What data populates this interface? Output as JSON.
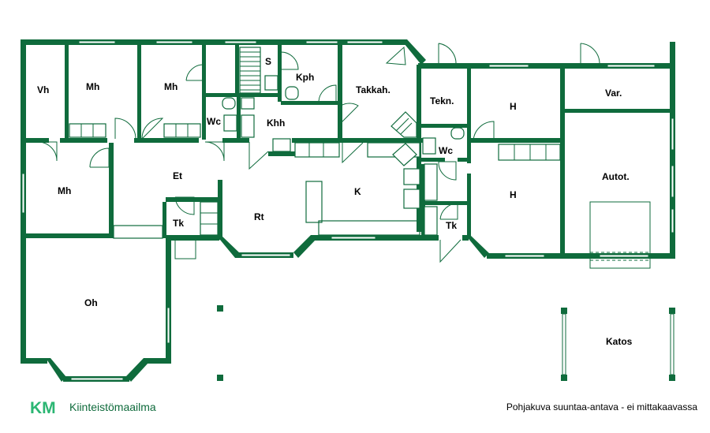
{
  "rooms": {
    "vh": "Vh",
    "mh1": "Mh",
    "mh2": "Mh",
    "s": "S",
    "kph": "Kph",
    "takkah": "Takkah.",
    "tekn": "Tekn.",
    "h1": "H",
    "var": "Var.",
    "wc1": "Wc",
    "khh": "Khh",
    "wc2": "Wc",
    "et": "Et",
    "mh3": "Mh",
    "k": "K",
    "h2": "H",
    "autot": "Autot.",
    "rt": "Rt",
    "tk1": "Tk",
    "tk2": "Tk",
    "oh": "Oh",
    "katos": "Katos"
  },
  "brand": {
    "name": "Kiinteistömaailma",
    "logo_letters": "KM"
  },
  "footer_note": "Pohjakuva suuntaa-antava - ei mittakaavassa",
  "colors": {
    "wall": "#0f6b3c",
    "text": "#000000",
    "background": "#ffffff"
  }
}
